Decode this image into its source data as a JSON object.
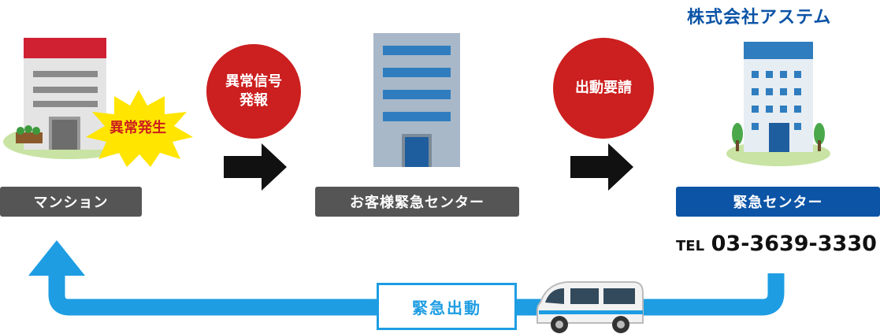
{
  "company": "株式会社アステム",
  "nodes": {
    "mansion": {
      "label": "マンション",
      "alert": "異常発生"
    },
    "customer_center": {
      "label": "お客様緊急センター"
    },
    "emergency_center": {
      "label": "緊急センター",
      "tel_prefix": "TEL",
      "tel_number": "03-3639-3330"
    }
  },
  "steps": {
    "signal": {
      "line1": "異常信号",
      "line2": "発報"
    },
    "request": {
      "label": "出動要請"
    },
    "dispatch": {
      "label": "緊急出動"
    }
  },
  "colors": {
    "red": "#cc1f1f",
    "blue": "#0b54a6",
    "flow": "#1e9de3",
    "gray": "#555555"
  }
}
